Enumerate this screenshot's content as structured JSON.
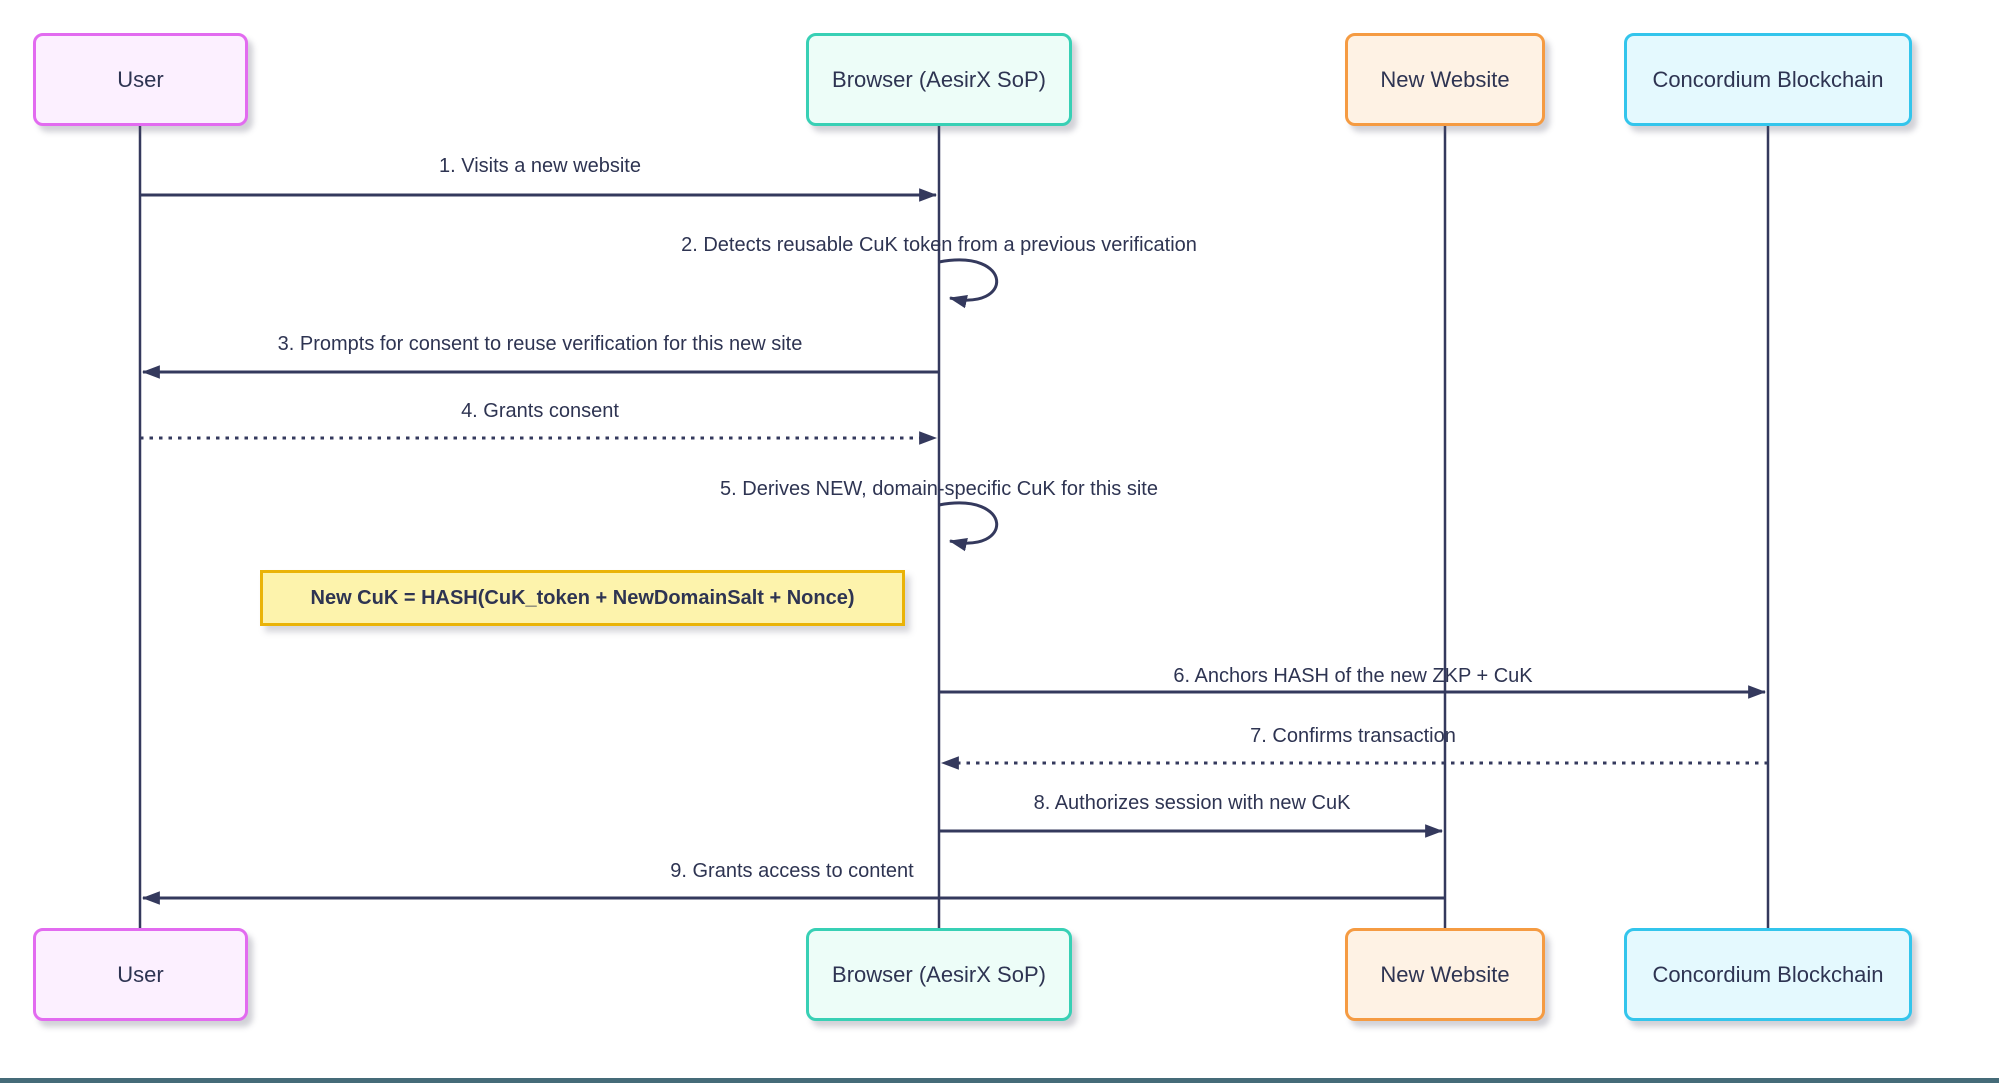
{
  "diagram": {
    "type": "sequence-diagram",
    "actors": [
      {
        "id": "user",
        "label": "User"
      },
      {
        "id": "browser",
        "label": "Browser (AesirX SoP)"
      },
      {
        "id": "new-website",
        "label": "New Website"
      },
      {
        "id": "concordium",
        "label": "Concordium Blockchain"
      }
    ],
    "messages": [
      {
        "num": 1,
        "label": "1. Visits a new website",
        "from": "user",
        "to": "browser",
        "line": "solid"
      },
      {
        "num": 2,
        "label": "2. Detects reusable CuK token from a previous verification",
        "from": "browser",
        "to": "browser",
        "line": "self-loop"
      },
      {
        "num": 3,
        "label": "3. Prompts for consent to reuse verification for this new site",
        "from": "browser",
        "to": "user",
        "line": "solid"
      },
      {
        "num": 4,
        "label": "4. Grants consent",
        "from": "user",
        "to": "browser",
        "line": "dotted"
      },
      {
        "num": 5,
        "label": "5. Derives NEW, domain-specific CuK for this site",
        "from": "browser",
        "to": "browser",
        "line": "self-loop"
      },
      {
        "num": 6,
        "label": "6. Anchors HASH of the new ZKP + CuK",
        "from": "browser",
        "to": "concordium",
        "line": "solid"
      },
      {
        "num": 7,
        "label": "7. Confirms transaction",
        "from": "concordium",
        "to": "browser",
        "line": "dotted"
      },
      {
        "num": 8,
        "label": "8. Authorizes session with new CuK",
        "from": "browser",
        "to": "new-website",
        "line": "solid"
      },
      {
        "num": 9,
        "label": "9. Grants access to content",
        "from": "new-website",
        "to": "user",
        "line": "solid"
      }
    ],
    "note": {
      "text": "New CuK = HASH(CuK_token + NewDomainSalt + Nonce)"
    },
    "colors": {
      "user_fill": "#fcf0ff",
      "user_stroke": "#e26bf0",
      "browser_fill": "#edfdf8",
      "browser_stroke": "#38d0b5",
      "website_fill": "#fef2e4",
      "website_stroke": "#f59b42",
      "chain_fill": "#e4f9fe",
      "chain_stroke": "#33c5ec",
      "note_fill": "#fdf3ac",
      "note_stroke": "#eab308",
      "wire": "#34395d",
      "text": "#2e3452",
      "bottom_bar": "#456b78"
    }
  }
}
